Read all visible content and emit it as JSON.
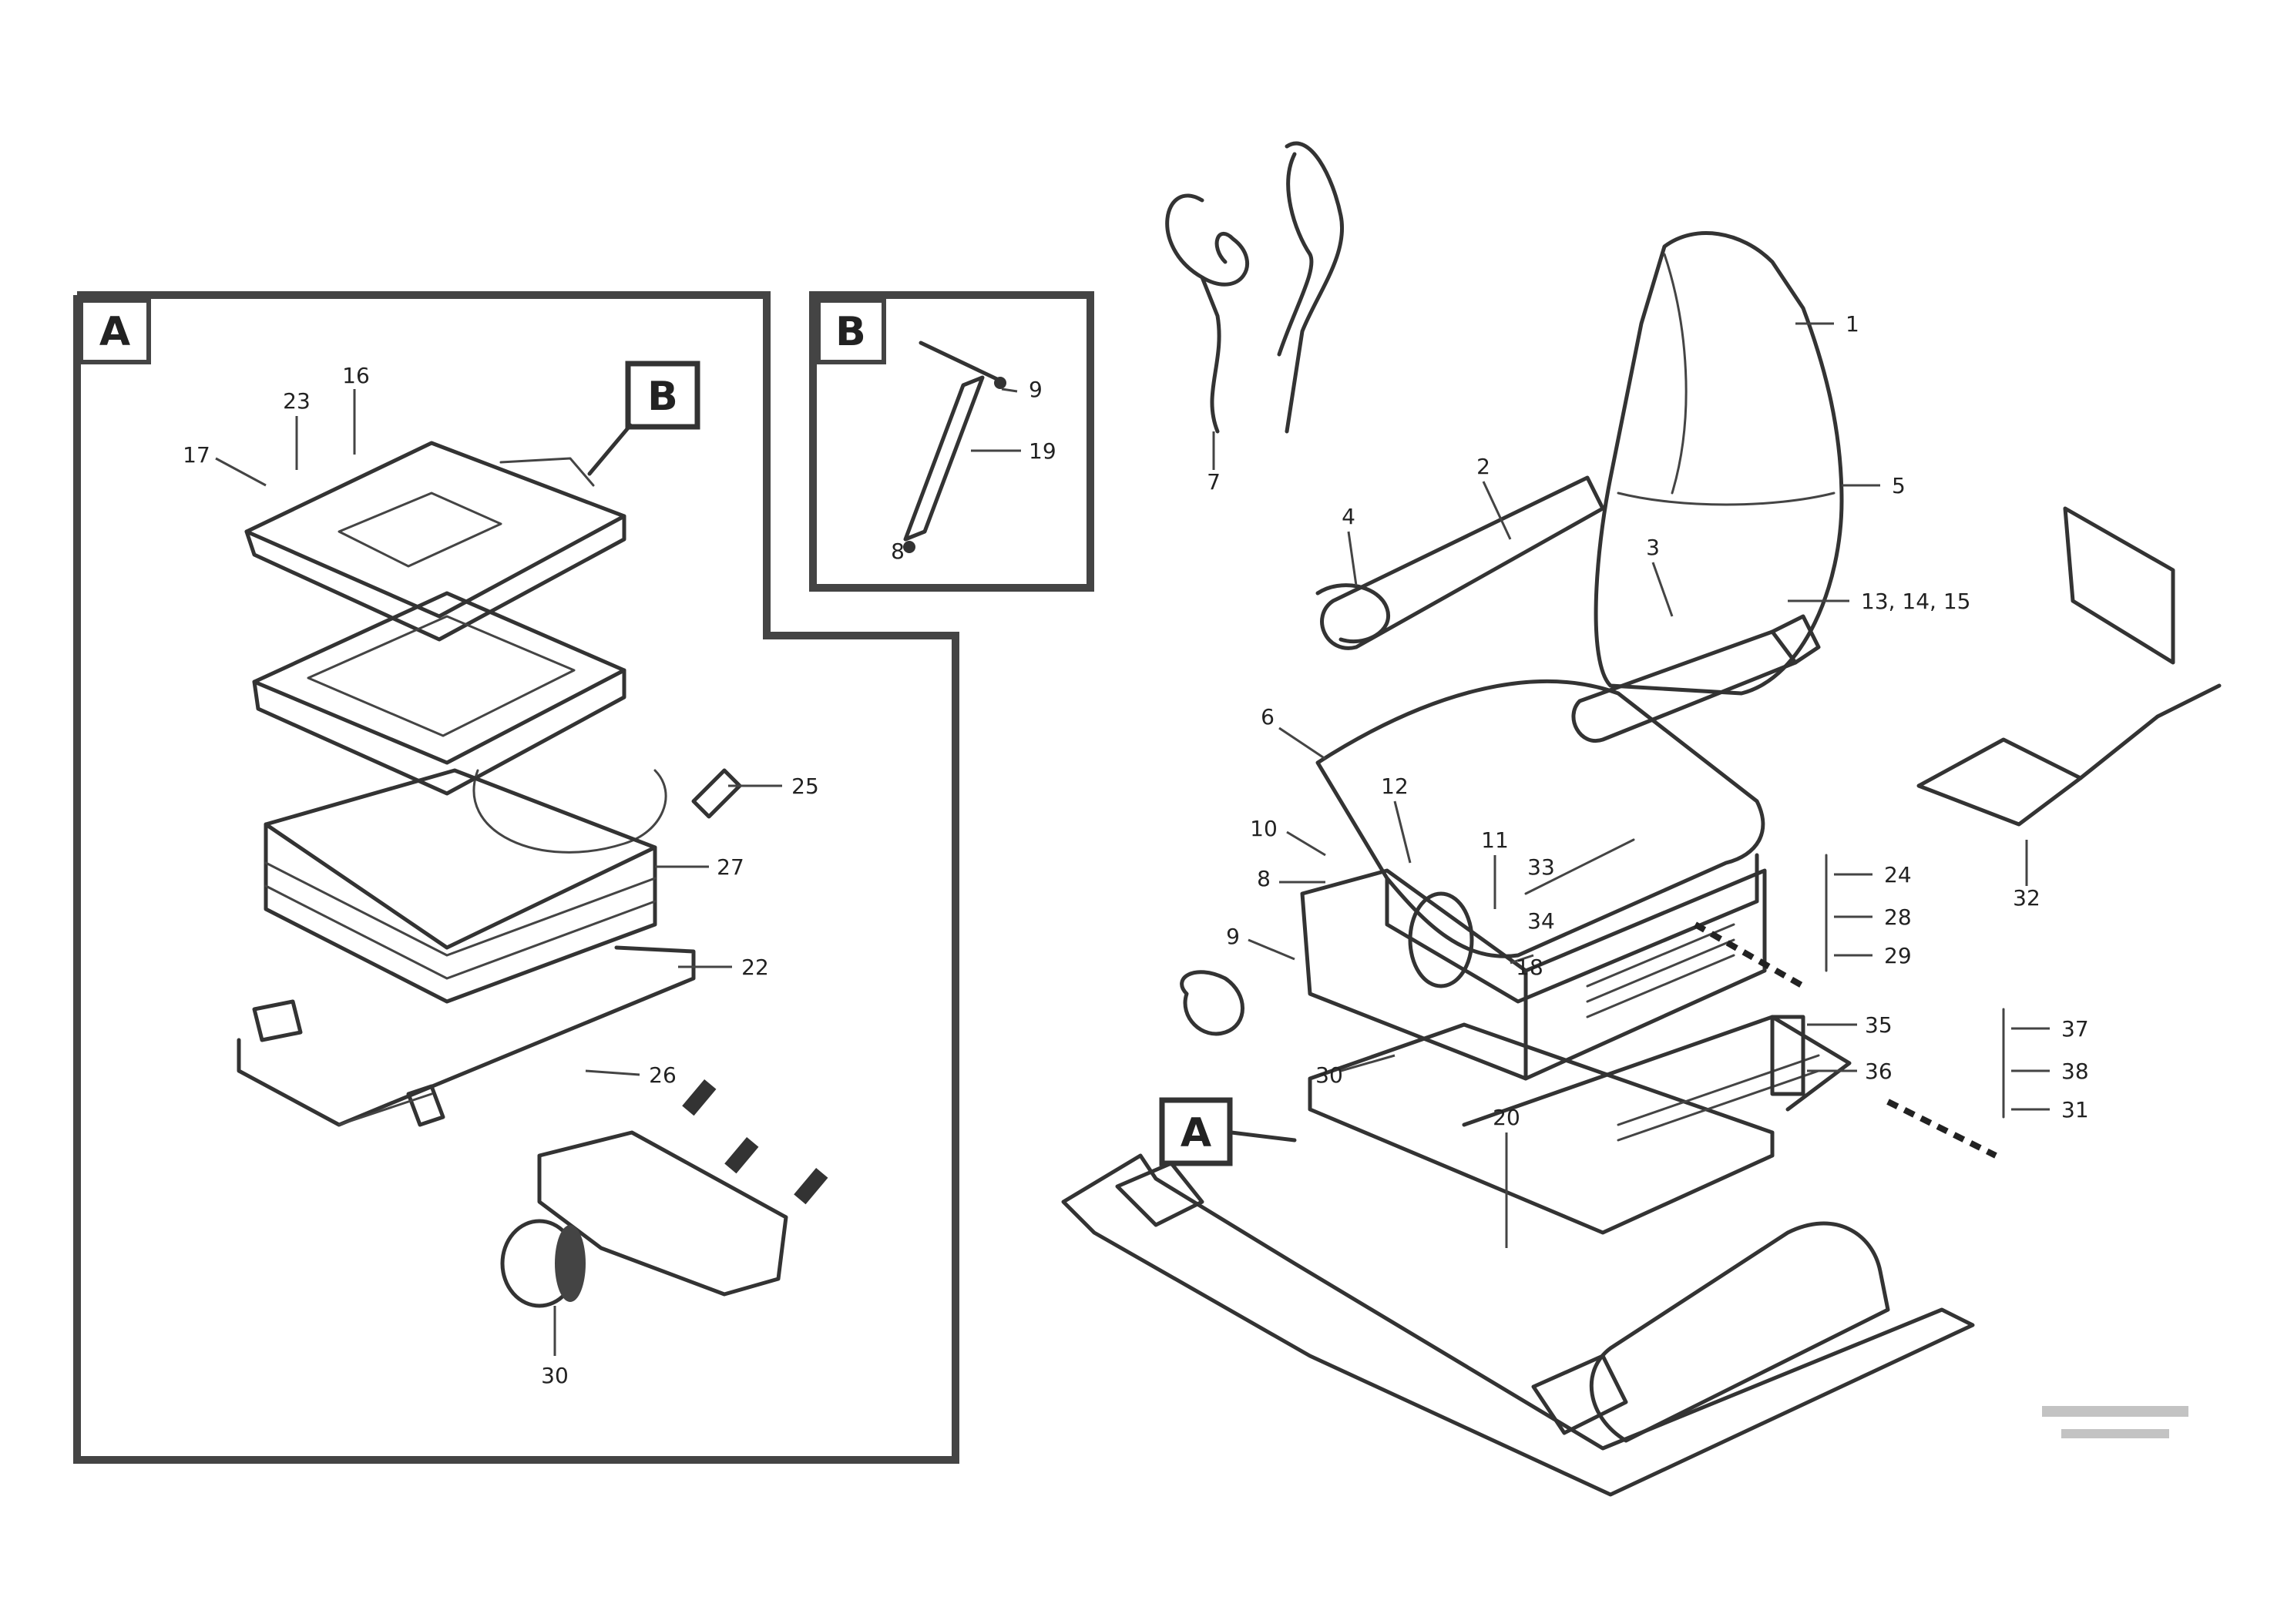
{
  "detail_a": {
    "frame_tag": "A",
    "inset_tag": "B",
    "callouts": [
      "16",
      "23",
      "17",
      "25",
      "27",
      "22",
      "26",
      "30"
    ]
  },
  "detail_b": {
    "frame_tag": "B",
    "callouts": [
      "9",
      "19",
      "8"
    ]
  },
  "main_view": {
    "ref_tag": "A",
    "callouts": [
      "1",
      "2",
      "3",
      "4",
      "5",
      "6",
      "7",
      "11",
      "12",
      "10",
      "8",
      "9",
      "13, 14, 15",
      "24",
      "28",
      "29",
      "18",
      "30",
      "20",
      "35",
      "36",
      "37",
      "38",
      "31",
      "32",
      "33",
      "34"
    ]
  },
  "drawing_id": {
    "line1": "",
    "line2": ""
  }
}
